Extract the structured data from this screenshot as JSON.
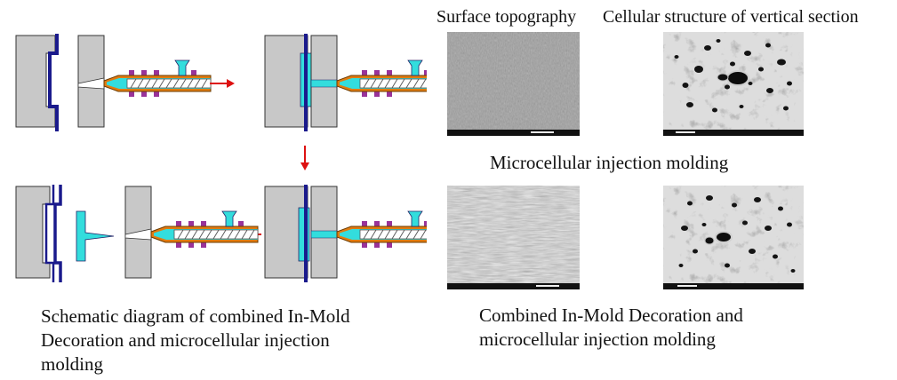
{
  "header": {
    "surface": "Surface topography",
    "cellular": "Cellular structure of vertical section"
  },
  "rows": {
    "micro": "Microcellular injection molding",
    "combined_line1": "Combined In-Mold Decoration and",
    "combined_line2": "microcellular injection molding"
  },
  "schematic": {
    "caption_line1": "Schematic diagram of combined In-Mold",
    "caption_line2": "Decoration and microcellular injection",
    "caption_line3": "molding"
  },
  "colors": {
    "mold": "#c8c8c8",
    "film": "#1a1a8c",
    "melt": "#33dddd",
    "barrel": "#e07b10",
    "heater": "#993399",
    "arrow": "#dd1111"
  }
}
